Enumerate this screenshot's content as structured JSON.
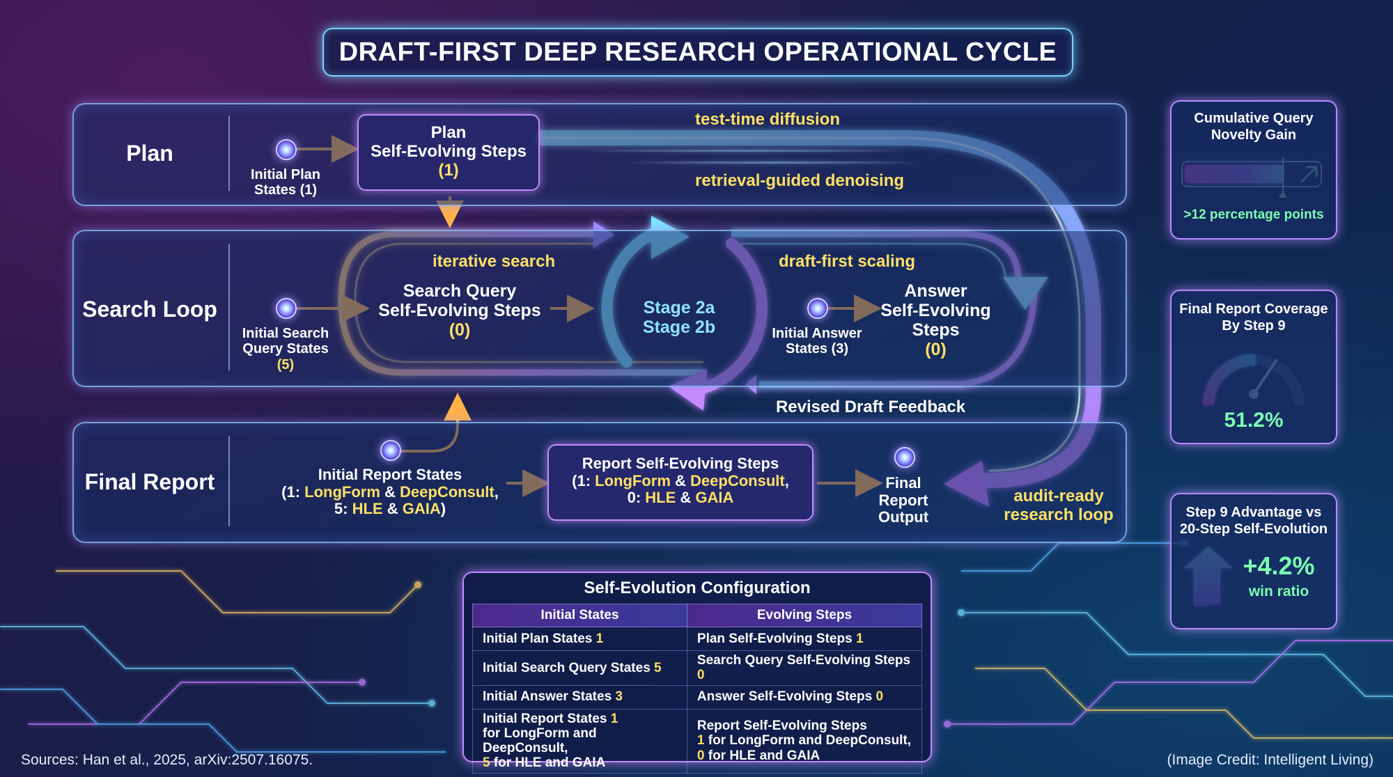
{
  "title": "DRAFT-FIRST DEEP RESEARCH OPERATIONAL CYCLE",
  "rows": {
    "plan": "Plan",
    "search": "Search Loop",
    "final": "Final Report"
  },
  "plan": {
    "initial_line1": "Initial Plan",
    "initial_line2": "States (1)",
    "steps_line1": "Plan",
    "steps_line2": "Self-Evolving Steps",
    "steps_count": "(1)"
  },
  "search": {
    "initial_line1": "Initial Search",
    "initial_line2": "Query States",
    "initial_count": "(5)",
    "steps_line1": "Search Query",
    "steps_line2": "Self-Evolving Steps",
    "steps_count": "(0)",
    "stage_a": "Stage 2a",
    "stage_b": "Stage 2b",
    "answer_initial_line1": "Initial Answer",
    "answer_initial_line2": "States (3)",
    "answer_steps_line1": "Answer",
    "answer_steps_line2": "Self-Evolving",
    "answer_steps_line3": "Steps",
    "answer_steps_count": "(0)"
  },
  "final": {
    "initial_line1": "Initial Report States",
    "initial_line2_a": "(1: ",
    "initial_line2_b": "LongForm",
    "initial_line2_c": " & ",
    "initial_line2_d": "DeepConsult",
    "initial_line2_e": ",",
    "initial_line3_a": "5: ",
    "initial_line3_b": "HLE",
    "initial_line3_c": " & ",
    "initial_line3_d": "GAIA",
    "initial_line3_e": ")",
    "steps_line1": "Report Self-Evolving Steps",
    "steps_line2_a": "(1: ",
    "steps_line2_b": "LongForm",
    "steps_line2_c": " & ",
    "steps_line2_d": "DeepConsult",
    "steps_line2_e": ",",
    "steps_line3_a": "0: ",
    "steps_line3_b": "HLE",
    "steps_line3_c": " & ",
    "steps_line3_d": "GAIA",
    "output_line1": "Final",
    "output_line2": "Report",
    "output_line3": "Output"
  },
  "phrases": {
    "diffusion": "test-time diffusion",
    "denoising": "retrieval-guided denoising",
    "iterative": "iterative search",
    "scaling": "draft-first scaling",
    "feedback": "Revised Draft Feedback",
    "audit_line1": "audit-ready",
    "audit_line2": "research loop"
  },
  "panels": {
    "novelty": {
      "title_line1": "Cumulative Query",
      "title_line2": "Novelty Gain",
      "value": ">12 percentage points",
      "level": 0.75
    },
    "coverage": {
      "title_line1": "Final Report Coverage",
      "title_line2": "By Step 9",
      "value": "51.2%",
      "fraction": 0.512
    },
    "advantage": {
      "title_line1": "Step 9 Advantage vs",
      "title_line2": "20-Step Self-Evolution",
      "value": "+4.2%",
      "sub": "win ratio"
    }
  },
  "config": {
    "title": "Self-Evolution Configuration",
    "headers": [
      "Initial States",
      "Evolving Steps"
    ],
    "rows": [
      {
        "a": "Initial Plan States",
        "a_num": "1",
        "b": "Plan Self-Evolving Steps",
        "b_num": "1"
      },
      {
        "a": "Initial Search Query States",
        "a_num": "5",
        "b": "Search Query Self-Evolving Steps",
        "b_num": "0"
      },
      {
        "a": "Initial Answer States",
        "a_num": "3",
        "b": "Answer Self-Evolving Steps",
        "b_num": "0"
      }
    ],
    "last": {
      "a_line1": "Initial Report States",
      "a_num1": "1",
      "a_line2": "for LongForm and DeepConsult,",
      "a_num2": "5",
      "a_line3": " for HLE and GAIA",
      "b_line1": "Report Self-Evolving Steps",
      "b_num1": "1",
      "b_line2": " for LongForm and DeepConsult,",
      "b_num2": "0",
      "b_line3": " for HLE and GAIA"
    }
  },
  "footer": {
    "sources": "Sources: Han et al., 2025, arXiv:2507.16075.",
    "credit": "(Image Credit: Intelligent Living)"
  },
  "colors": {
    "accent_yellow": "#ffe066",
    "cyan": "#7ad3ff",
    "violet": "#c48cff",
    "arrow_orange": "#ffb347"
  }
}
